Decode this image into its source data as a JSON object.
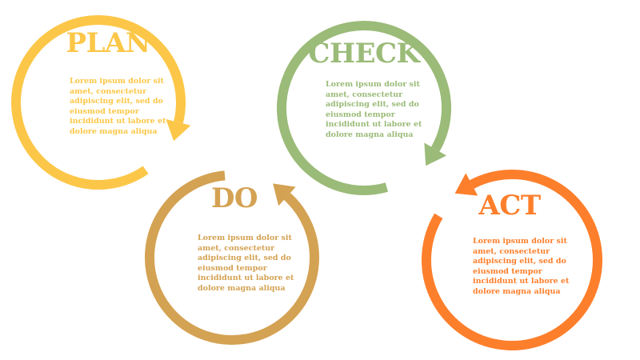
{
  "stages": [
    {
      "id": "plan",
      "title": "PLAN",
      "color": "#FCC748",
      "body": "Lorem ipsum dolor sit amet, consectetur adipiscing elit, sed do eiusmod tempor incididunt ut labore et dolore magna aliqua"
    },
    {
      "id": "do",
      "title": "DO",
      "color": "#D4A253",
      "body": "Lorem ipsum dolor sit amet, consectetur adipiscing elit, sed do eiusmod tempor incididunt ut labore et dolore magna aliqua"
    },
    {
      "id": "check",
      "title": "CHECK",
      "color": "#9BBB78",
      "body": "Lorem ipsum dolor sit amet, consectetur adipiscing elit, sed do eiusmod tempor incididunt ut labore et dolore magna aliqua"
    },
    {
      "id": "act",
      "title": "ACT",
      "color": "#FD7F2C",
      "body": "Lorem ipsum dolor sit amet, consectetur adipiscing elit, sed do eiusmod tempor incididunt ut labore et dolore magna aliqua"
    }
  ]
}
